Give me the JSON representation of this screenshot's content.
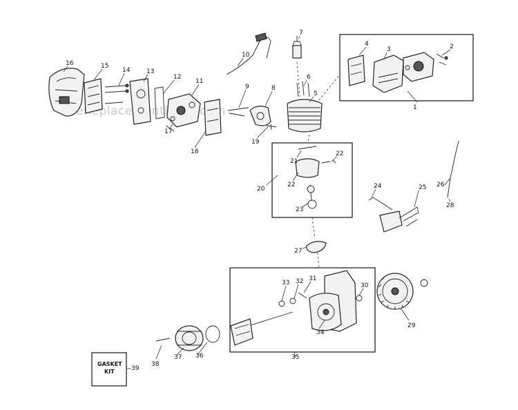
{
  "watermark": "eReplacementParts.com",
  "gasket_kit": {
    "line1": "GASKET",
    "line2": "KIT"
  },
  "callouts": {
    "c1": "1",
    "c2": "2",
    "c3": "3",
    "c4": "4",
    "c5": "5",
    "c6": "6",
    "c7": "7",
    "c8": "8",
    "c9": "9",
    "c10": "10",
    "c11": "11",
    "c12": "12",
    "c13": "13",
    "c14": "14",
    "c15": "15",
    "c16": "16",
    "c17": "17",
    "c18": "18",
    "c19": "19",
    "c20": "20",
    "c21": "21",
    "c22a": "22",
    "c22b": "22",
    "c23": "23",
    "c24": "24",
    "c25": "25",
    "c26": "26",
    "c27": "27",
    "c28": "28",
    "c29": "29",
    "c30": "30",
    "c31": "31",
    "c32": "32",
    "c33": "33",
    "c34": "34",
    "c35": "35",
    "c36": "36",
    "c37": "37",
    "c38": "38",
    "c39": "39"
  }
}
